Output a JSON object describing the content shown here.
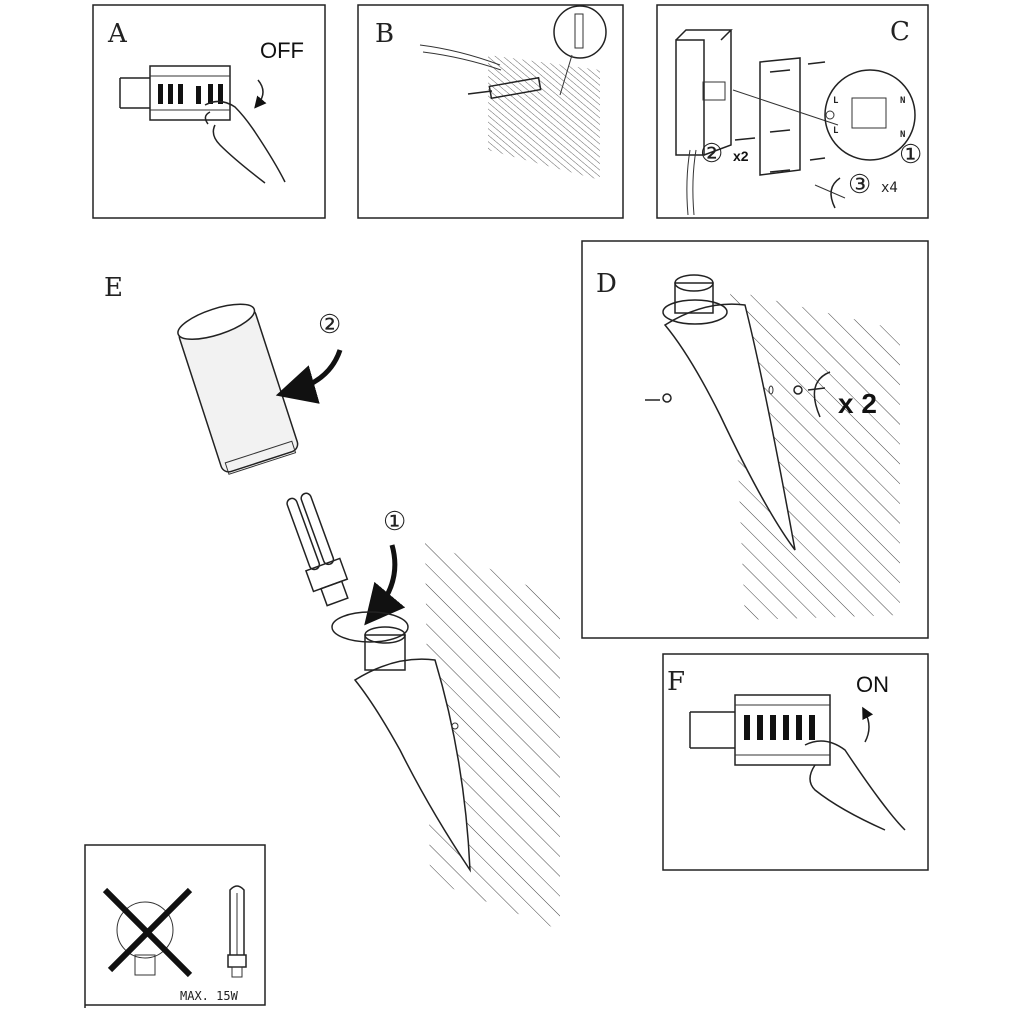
{
  "panels": {
    "a": {
      "label": "A",
      "switch_state": "OFF"
    },
    "b": {
      "label": "B"
    },
    "c": {
      "label": "C",
      "step_2": "②",
      "step_2_qty": "x2",
      "step_3": "③",
      "step_3_qty": "x4",
      "step_1": "①",
      "terminal_l_top": "L",
      "terminal_n_top": "N",
      "terminal_l_bottom": "L",
      "terminal_n_bottom": "N"
    },
    "d": {
      "label": "D",
      "screw_qty": "x 2"
    },
    "e": {
      "label": "E",
      "step_2": "②",
      "step_1": "①"
    },
    "f": {
      "label": "F",
      "switch_state": "ON"
    },
    "bulb_note": {
      "max_wattage": "MAX. 15W"
    }
  }
}
